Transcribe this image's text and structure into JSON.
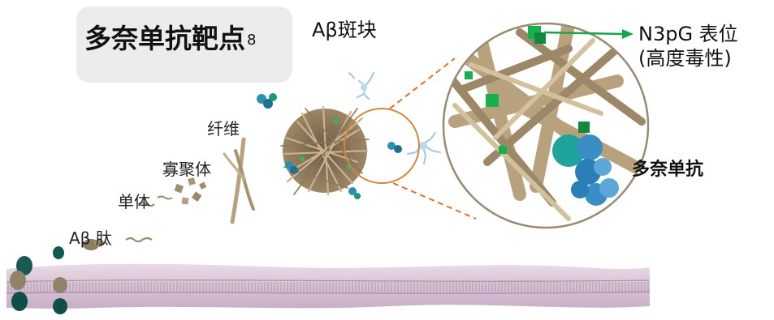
{
  "bubble": {
    "title": "多奈单抗靶点",
    "superscript": "8"
  },
  "labels": {
    "plaque": "Aβ斑块",
    "fiber": "纤维",
    "oligomer": "寡聚体",
    "monomer": "单体",
    "peptide": "Aβ 肽",
    "epitope_line1": "N3pG 表位",
    "epitope_line2": "(高度毒性)",
    "antibody": "多奈单抗"
  },
  "colors": {
    "bubble_bg": "#ececec",
    "arrow_green": "#12a84a",
    "dashed_orange": "#e0702a",
    "fiber_tan": "#b8a27e",
    "antibody_teal": "#1fa39a",
    "membrane_pink": "#e8b8c8"
  }
}
